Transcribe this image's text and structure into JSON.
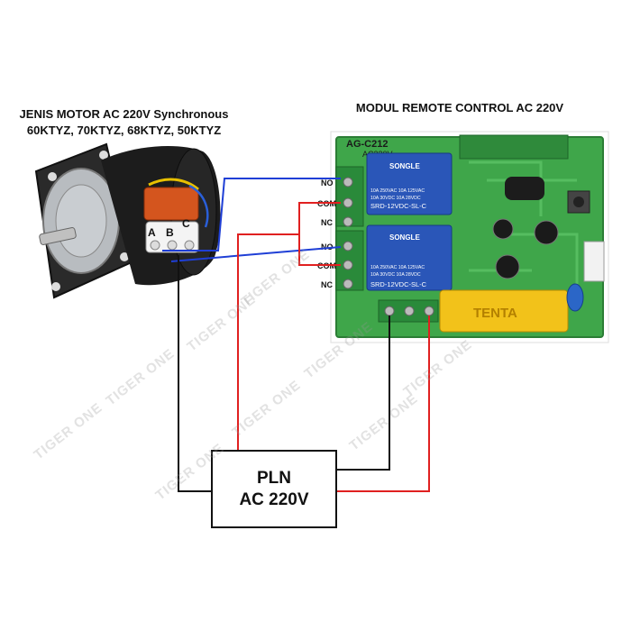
{
  "motor": {
    "title_line1": "JENIS MOTOR AC 220V Synchronous",
    "title_line2": "60KTYZ, 70KTYZ, 68KTYZ, 50KTYZ",
    "terminals": [
      "A",
      "B",
      "C"
    ]
  },
  "module": {
    "title": "MODUL REMOTE CONTROL AC 220V",
    "board_label": "AG-C212",
    "voltage_label": "AC220V",
    "capacitor_label": "TENTA",
    "relays": [
      {
        "brand": "SONGLE",
        "spec1": "10A 250VAC  10A 125VAC",
        "spec2": "10A  30VDC  10A  28VDC",
        "model": "SRD-12VDC-SL-C"
      },
      {
        "brand": "SONGLE",
        "spec1": "10A 250VAC  10A 125VAC",
        "spec2": "10A  30VDC  10A  28VDC",
        "model": "SRD-12VDC-SL-C"
      }
    ],
    "pins_relay1": [
      "NO",
      "COM",
      "NC"
    ],
    "pins_relay2": [
      "NO",
      "COM",
      "NC"
    ]
  },
  "power": {
    "line1": "PLN",
    "line2": "AC 220V"
  },
  "watermark": "TIGER ONE",
  "colors": {
    "wire_blue": "#1f3fd6",
    "wire_red": "#e02020",
    "wire_black": "#111111",
    "pcb_green": "#3fa64a",
    "relay_blue": "#2a56b8",
    "motor_body": "#1c1c1c"
  }
}
